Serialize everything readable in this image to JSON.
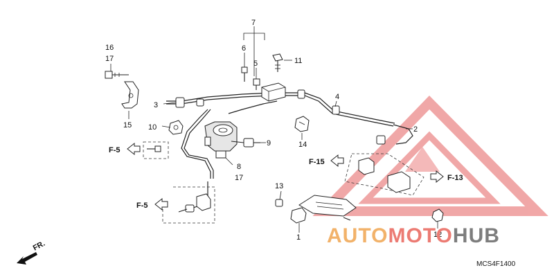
{
  "part_numbers": {
    "p1": "1",
    "p2": "2",
    "p3": "3",
    "p4": "4",
    "p5": "5",
    "p6": "6",
    "p7": "7",
    "p8": "8",
    "p9": "9",
    "p10": "10",
    "p11": "11",
    "p12": "12",
    "p13": "13",
    "p14": "14",
    "p15a": "15",
    "p15b": "15",
    "p16": "16",
    "p17a": "17",
    "p17b": "17"
  },
  "references": {
    "f5_left": "F-5",
    "f5_bottom": "F-5",
    "f15": "F-15",
    "f13": "F-13"
  },
  "direction": {
    "label": "FR."
  },
  "diagram_code": "MCS4F1400",
  "watermark": {
    "word_a": "AUTO",
    "word_b": "MOTO",
    "word_c": "HUB",
    "colors": {
      "auto": "#f2b26a",
      "moto": "#ec7b73",
      "hub": "#7d7d7d",
      "triangle": "#ec8a8a"
    }
  }
}
